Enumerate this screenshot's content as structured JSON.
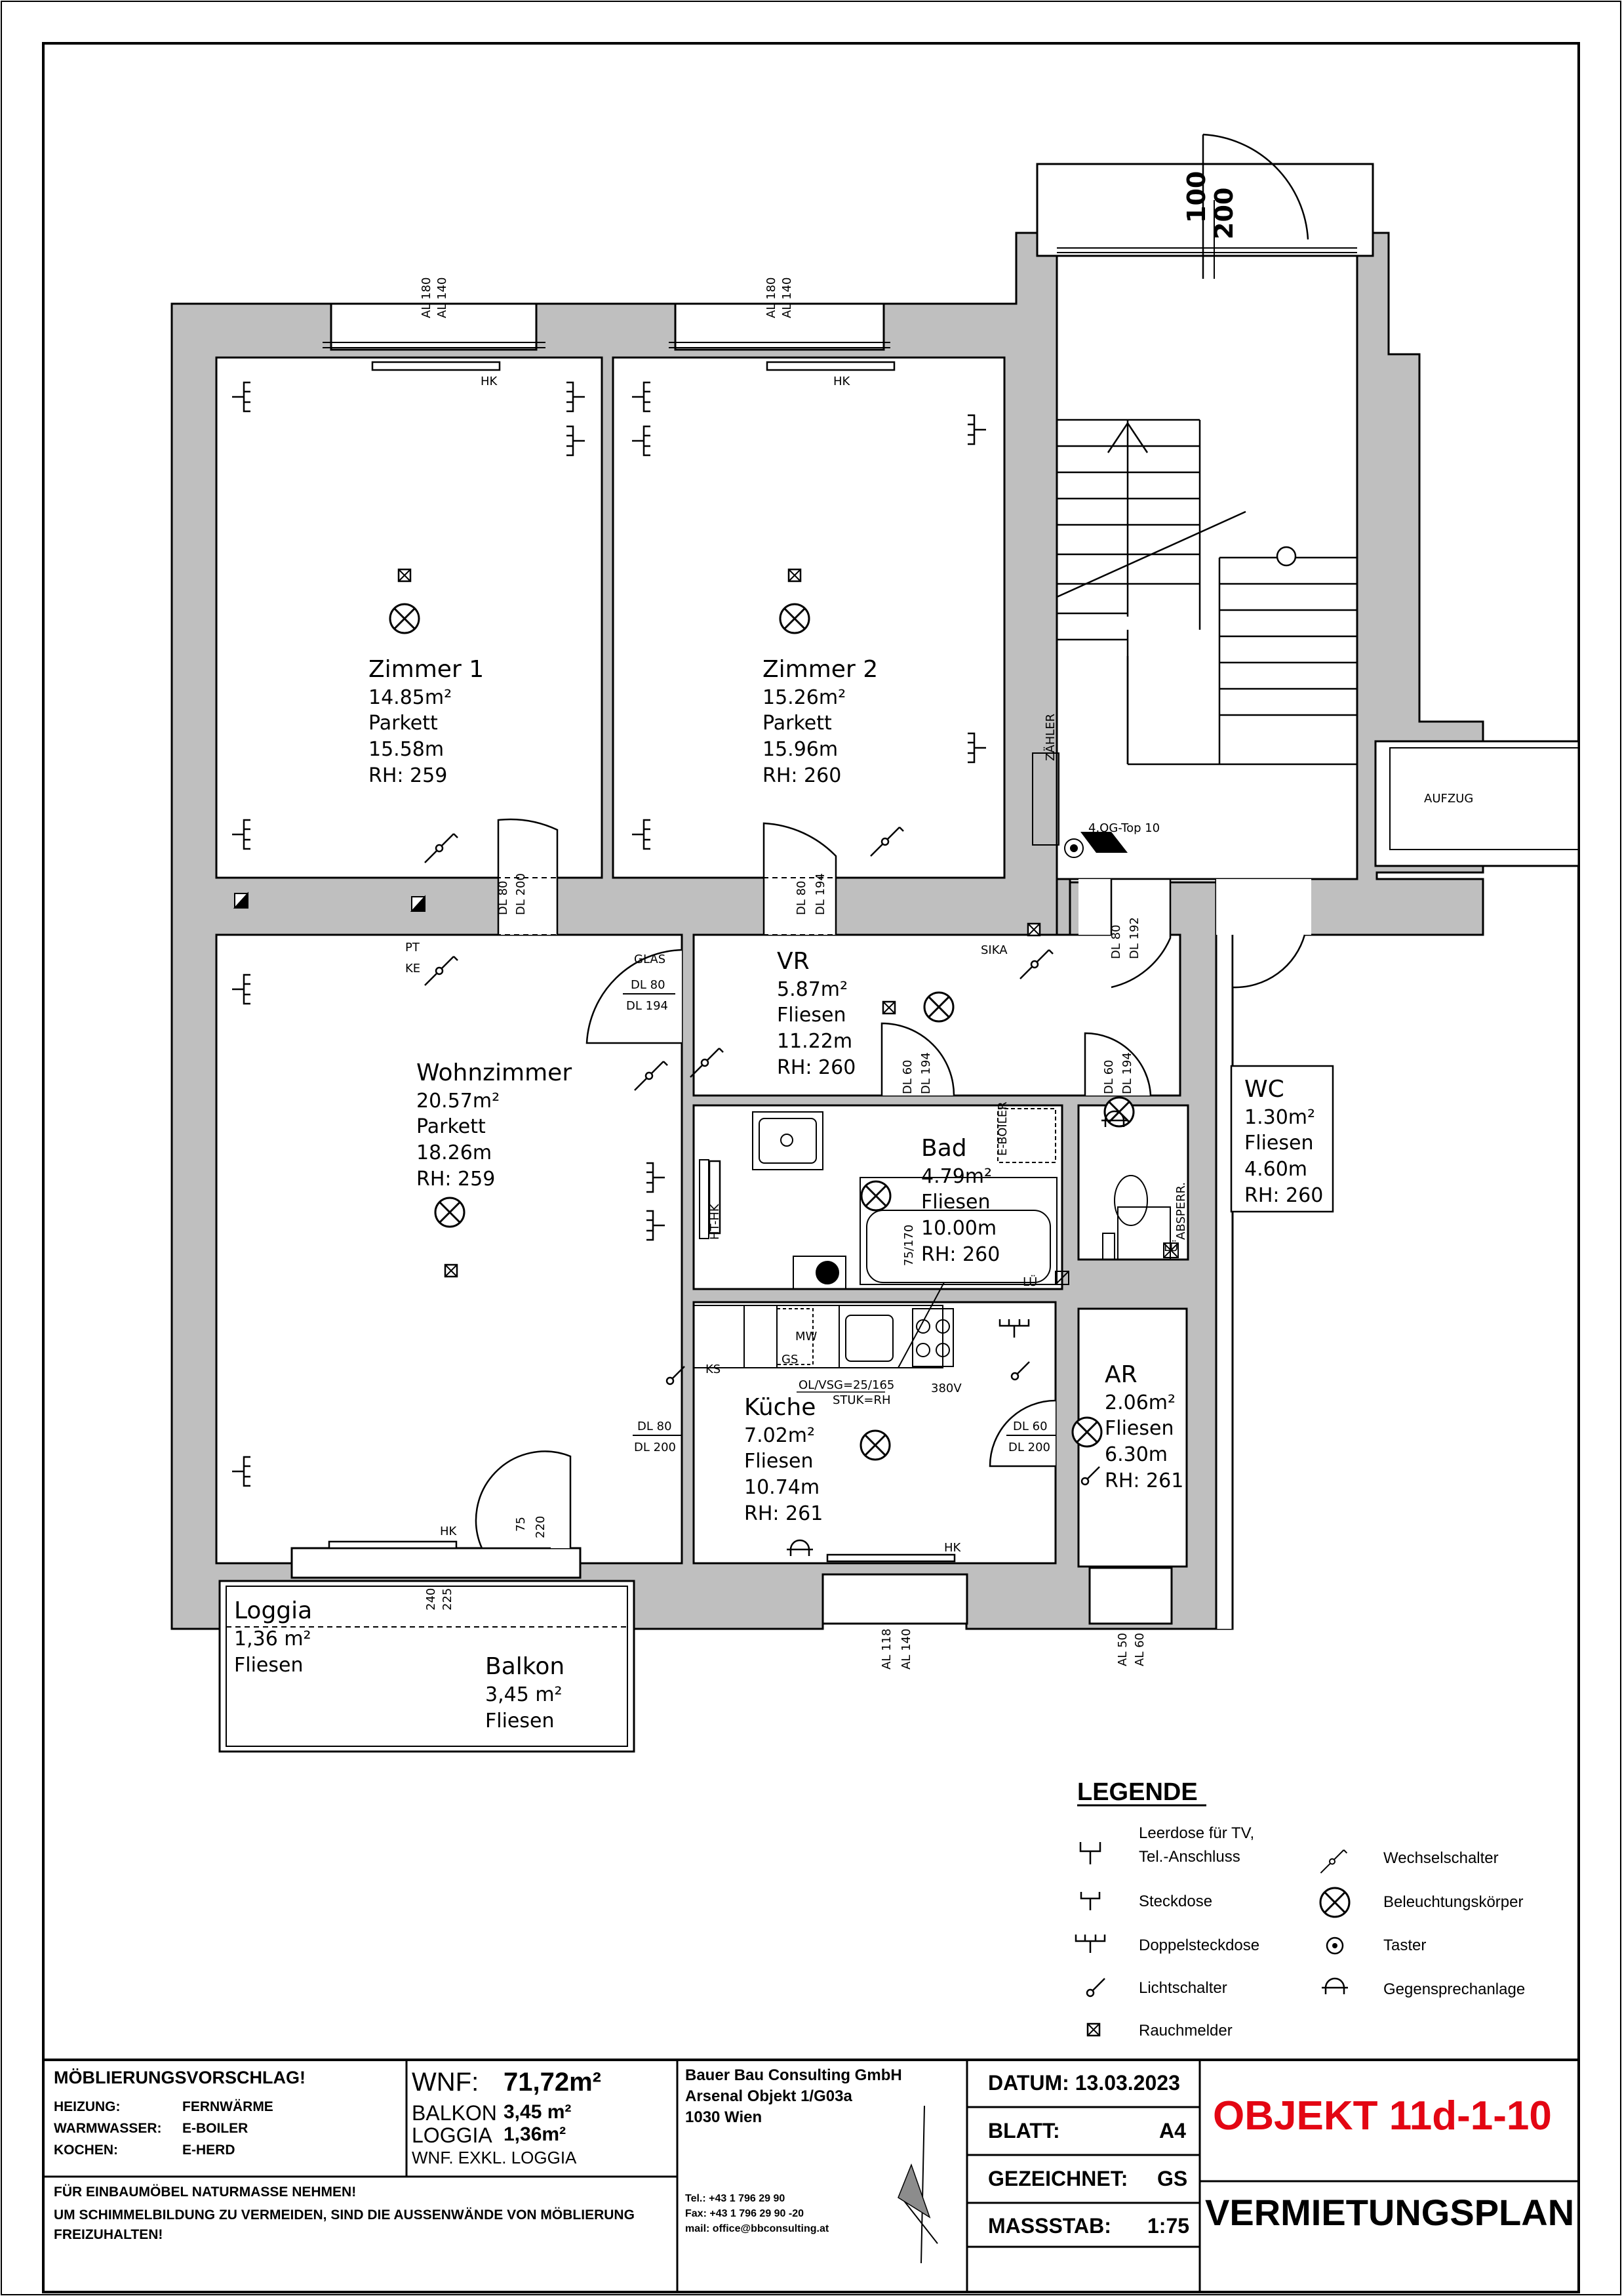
{
  "rooms": [
    {
      "id": "zimmer1",
      "name": "Zimmer 1",
      "area": "14.85m²",
      "floor": "Parkett",
      "perimeter": "15.58m",
      "height": "RH: 259"
    },
    {
      "id": "zimmer2",
      "name": "Zimmer 2",
      "area": "15.26m²",
      "floor": "Parkett",
      "perimeter": "15.96m",
      "height": "RH: 260"
    },
    {
      "id": "wohnzimmer",
      "name": "Wohnzimmer",
      "area": "20.57m²",
      "floor": "Parkett",
      "perimeter": "18.26m",
      "height": "RH: 259"
    },
    {
      "id": "vr",
      "name": "VR",
      "area": "5.87m²",
      "floor": "Fliesen",
      "perimeter": "11.22m",
      "height": "RH: 260"
    },
    {
      "id": "bad",
      "name": "Bad",
      "area": "4.79m²",
      "floor": "Fliesen",
      "perimeter": "10.00m",
      "height": "RH: 260"
    },
    {
      "id": "wc",
      "name": "WC",
      "area": "1.30m²",
      "floor": "Fliesen",
      "perimeter": "4.60m",
      "height": "RH: 260"
    },
    {
      "id": "kueche",
      "name": "Küche",
      "area": "7.02m²",
      "floor": "Fliesen",
      "perimeter": "10.74m",
      "height": "RH: 261"
    },
    {
      "id": "ar",
      "name": "AR",
      "area": "2.06m²",
      "floor": "Fliesen",
      "perimeter": "6.30m",
      "height": "RH: 261"
    },
    {
      "id": "loggia",
      "name": "Loggia",
      "area": "1,36 m²",
      "floor": "Fliesen"
    },
    {
      "id": "balkon",
      "name": "Balkon",
      "area": "3,45 m²",
      "floor": "Fliesen"
    }
  ],
  "labels": {
    "hk": "HK",
    "ks": "KS",
    "gs": "GS",
    "mw": "MW",
    "ht_hk": "HT-HK",
    "sika": "SIKA",
    "pt": "PT",
    "ke": "KE",
    "glas": "GLAS",
    "zaehler": "ZÄHLER",
    "aufzug": "AUFZUG",
    "absperr": "ABSPERR.",
    "lue": "LÜ",
    "v380": "380V",
    "top": "4.OG-Top 10",
    "e_boiler": "E-BOILER",
    "ol_vsg": "OL/VSG=25/165",
    "stuk": "STUK=RH",
    "bath_dim": "75/170",
    "dl80": "DL 80",
    "dl200": "DL 200",
    "dl194": "DL 194",
    "dl192": "DL 192",
    "dl60": "DL 60",
    "al180": "AL 180",
    "al140": "AL 140",
    "al118": "AL 118",
    "al50": "AL 50",
    "al60": "AL 60",
    "s75": "75",
    "s220": "220",
    "s240": "240",
    "s225": "225",
    "s100": "100",
    "s200": "200"
  },
  "legend": {
    "title": "LEGENDE",
    "items": [
      {
        "icon": "tv-socket-icon",
        "label_line1": "Leerdose für TV,",
        "label_line2": "Tel.-Anschluss"
      },
      {
        "icon": "socket-icon",
        "label": "Steckdose"
      },
      {
        "icon": "double-socket-icon",
        "label": "Doppelsteckdose"
      },
      {
        "icon": "light-switch-icon",
        "label": "Lichtschalter"
      },
      {
        "icon": "smoke-detector-icon",
        "label": "Rauchmelder"
      },
      {
        "icon": "two-way-switch-icon",
        "label": "Wechselschalter"
      },
      {
        "icon": "light-fixture-icon",
        "label": "Beleuchtungskörper"
      },
      {
        "icon": "push-button-icon",
        "label": "Taster"
      },
      {
        "icon": "intercom-icon",
        "label": "Gegensprechanlage"
      }
    ]
  },
  "title_block": {
    "moeb_title": "MÖBLIERUNGSVORSCHLAG!",
    "heizung_k": "HEIZUNG:",
    "heizung_v": "FERNWÄRME",
    "ww_k": "WARMWASSER:",
    "ww_v": "E-BOILER",
    "kochen_k": "KOCHEN:",
    "kochen_v": "E-HERD",
    "note1": "FÜR EINBAUMÖBEL NATURMASSE NEHMEN!",
    "note2": "UM SCHIMMELBILDUNG ZU VERMEIDEN, SIND DIE AUSSENWÄNDE VON MÖBLIERUNG",
    "note3": "FREIZUHALTEN!",
    "wnf_k": "WNF:",
    "wnf_v": "71,72m²",
    "balkon_k": "BALKON",
    "balkon_v": "3,45 m²",
    "loggia_k": "LOGGIA",
    "loggia_v": "1,36m²",
    "wnf_note": "WNF. EXKL. LOGGIA",
    "company": "Bauer Bau Consulting GmbH",
    "project": "Arsenal Objekt 1/G03a",
    "city": "1030 Wien",
    "tel": "Tel.: +43 1 796 29 90",
    "fax": "Fax: +43 1 796 29 90 -20",
    "mail": "mail: office@bbconsulting.at",
    "datum": "DATUM: 13.03.2023",
    "blatt_k": "BLATT:",
    "blatt_v": "A4",
    "gez_k": "GEZEICHNET:",
    "gez_v": "GS",
    "mass_k": "MASSSTAB:",
    "mass_v": "1:75",
    "objekt": "OBJEKT 11d-1-10",
    "plan": "VERMIETUNGSPLAN",
    "objekt_color": "#e30613"
  }
}
